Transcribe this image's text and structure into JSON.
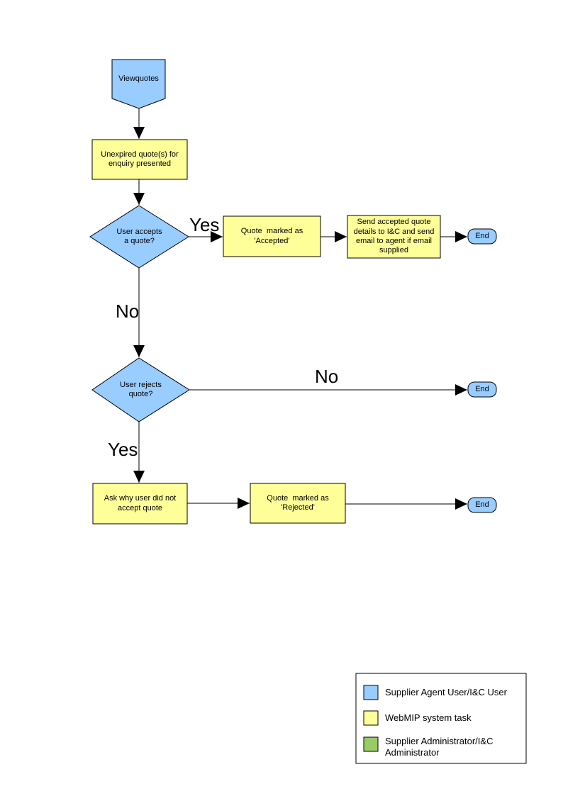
{
  "colors": {
    "actor_blue": "#99CCFF",
    "task_yellow": "#FFFF99",
    "admin_green": "#99CC66",
    "outline_black": "#000000",
    "legend_bg": "#FFFFFF"
  },
  "nodes": {
    "start": {
      "label": "Viewquotes"
    },
    "present_quotes": {
      "label": "Unexpired quote(s) for\nenquiry presented"
    },
    "accept_decision": {
      "label": "User accepts\na quote?"
    },
    "mark_accepted": {
      "label": "Quote  marked as\n'Accepted'"
    },
    "send_details": {
      "label": "Send accepted quote\ndetails to I&C and send\nemail to agent if email\nsupplied"
    },
    "end_accept": {
      "label": "End"
    },
    "reject_decision": {
      "label": "User rejects\nquote?"
    },
    "end_no_reject": {
      "label": "End"
    },
    "ask_why": {
      "label": "Ask why user did not\naccept quote"
    },
    "mark_rejected": {
      "label": "Quote  marked as\n'Rejected'"
    },
    "end_rejected": {
      "label": "End"
    }
  },
  "edge_labels": {
    "accept_yes": "Yes",
    "accept_no": "No",
    "reject_no": "No",
    "reject_yes": "Yes"
  },
  "legend": {
    "items": [
      {
        "label": "Supplier Agent User/I&C User",
        "color_key": "actor_blue"
      },
      {
        "label": "WebMIP system task",
        "color_key": "task_yellow"
      },
      {
        "label": "Supplier Administrator/I&C\nAdministrator",
        "color_key": "admin_green"
      }
    ]
  }
}
